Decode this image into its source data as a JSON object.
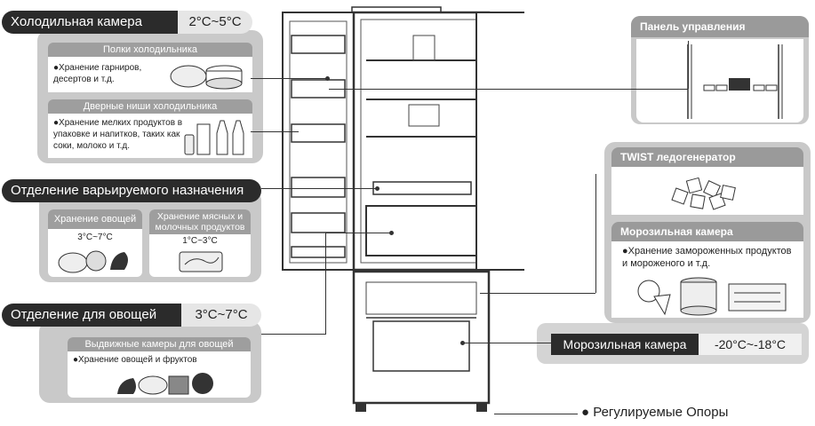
{
  "fridge": {
    "title": "Холодильная камера",
    "temp": "2°C~5°C",
    "shelves": {
      "head": "Полки холодильника",
      "text": "●Хранение гарниров, десертов и т.д."
    },
    "door_bins": {
      "head": "Дверные ниши холодильника",
      "text": "●Хранение мелких продуктов в упаковке и напитков, таких как соки, молоко и т.д."
    }
  },
  "variable": {
    "title": "Отделение варьируемого назначения",
    "veg_head": "Хранение овощей",
    "veg_temp": "3°C~7°C",
    "meat_head": "Хранение мясных и молочных продуктов",
    "meat_temp": "1°C~3°C"
  },
  "vegetable": {
    "title": "Отделение для овощей",
    "temp": "3°C~7°C",
    "drawers_head": "Выдвижные камеры для овощей",
    "drawers_text": "●Хранение овощей и фруктов"
  },
  "control_panel": {
    "title": "Панель управления"
  },
  "ice_maker": {
    "title": "TWIST ледогенератор"
  },
  "freezer_box": {
    "title": "Морозильная камера",
    "text": "●Хранение замороженных продуктов и мороженого и т.д."
  },
  "freezer": {
    "title": "Морозильная камера",
    "temp": "-20°C~-18°C"
  },
  "legs": {
    "label": "● Регулируемые Опоры"
  }
}
